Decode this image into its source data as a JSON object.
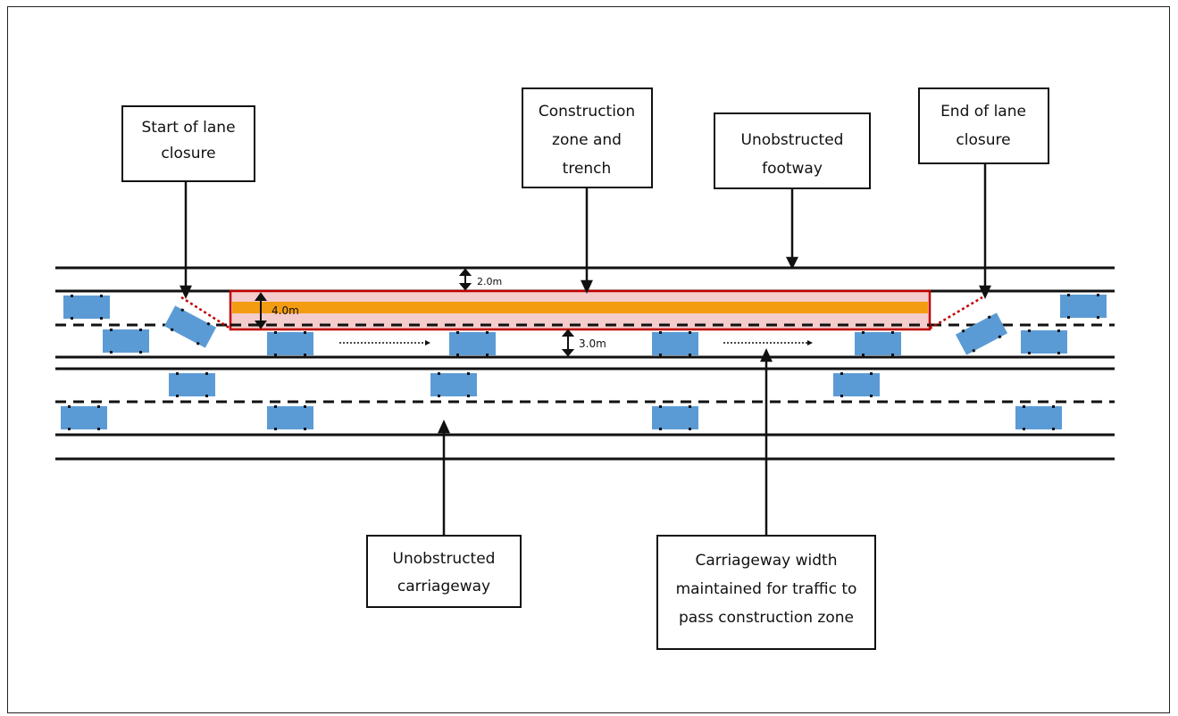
{
  "labels": {
    "start_closure": [
      "Start of lane",
      "closure"
    ],
    "construction_zone": [
      "Construction",
      "zone and",
      "trench"
    ],
    "unobstructed_footway": [
      "Unobstructed",
      "footway"
    ],
    "end_closure": [
      "End of lane",
      "closure"
    ],
    "unobstructed_carriageway": [
      "Unobstructed",
      "carriageway"
    ],
    "carriageway_width": [
      "Carriageway width",
      "maintained for traffic to",
      "pass construction zone"
    ]
  },
  "dimensions": {
    "footway_gap": "2.0m",
    "zone_width": "4.0m",
    "lane_gap": "3.0m"
  },
  "colors": {
    "car": "#5b9bd5",
    "trench": "#f39c12",
    "zone_fill": "#f4cccc",
    "zone_border": "#c00000",
    "line": "#111111"
  }
}
